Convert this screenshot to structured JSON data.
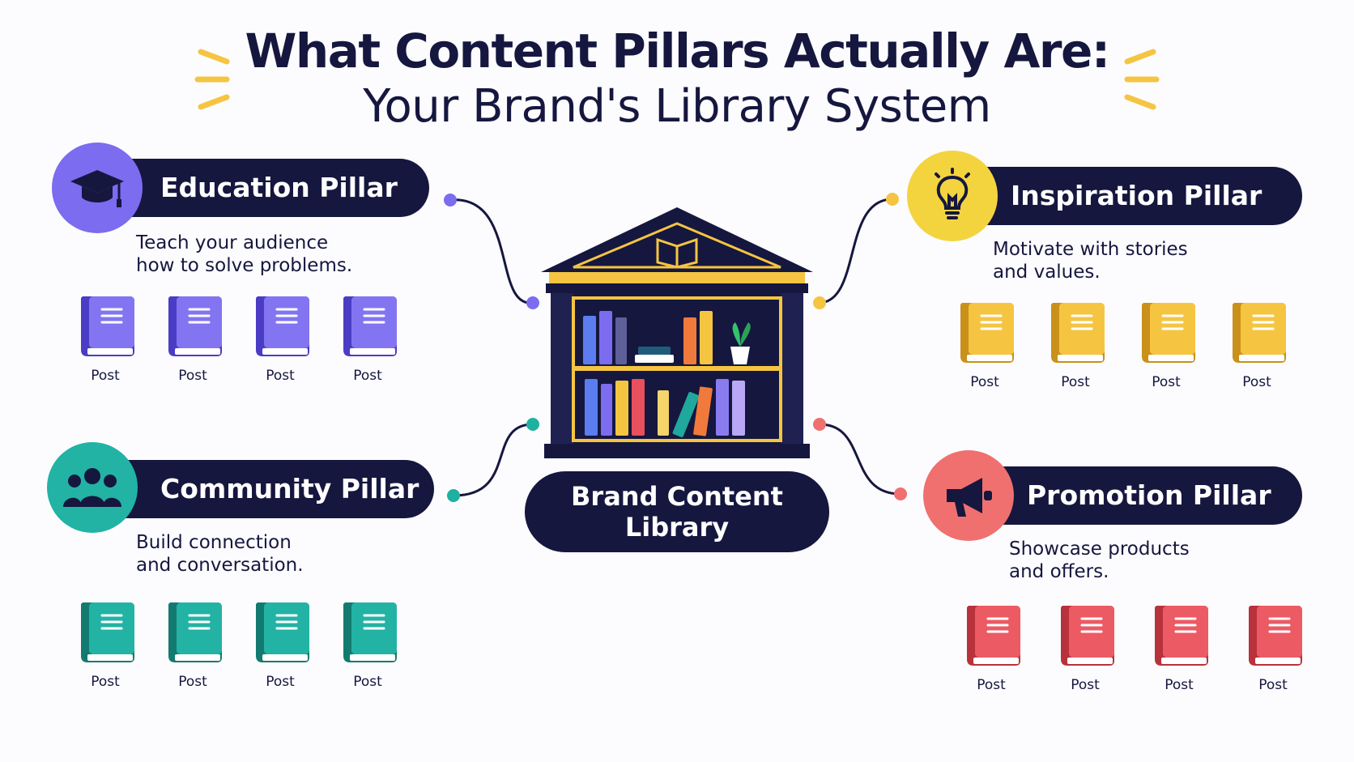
{
  "title": {
    "line1": "What Content Pillars Actually Are:",
    "line2": "Your Brand's Library System"
  },
  "center": {
    "label": "Brand Content\nLibrary",
    "icon": "open-book-icon"
  },
  "pillars": [
    {
      "key": "education",
      "title": "Education Pillar",
      "description": "Teach your audience\nhow to solve problems.",
      "icon": "graduation-cap-icon",
      "color": "#7b6cf0",
      "posts": [
        "Post",
        "Post",
        "Post",
        "Post"
      ]
    },
    {
      "key": "community",
      "title": "Community Pillar",
      "description": "Build connection\nand conversation.",
      "icon": "people-icon",
      "color": "#22b3a5",
      "posts": [
        "Post",
        "Post",
        "Post",
        "Post"
      ]
    },
    {
      "key": "inspiration",
      "title": "Inspiration Pillar",
      "description": "Motivate with stories\nand values.",
      "icon": "lightbulb-icon",
      "color": "#f3d43f",
      "posts": [
        "Post",
        "Post",
        "Post",
        "Post"
      ]
    },
    {
      "key": "promotion",
      "title": "Promotion Pillar",
      "description": "Showcase products\nand offers.",
      "icon": "megaphone-icon",
      "color": "#f07070",
      "posts": [
        "Post",
        "Post",
        "Post",
        "Post"
      ]
    }
  ],
  "colors": {
    "navy": "#15173f",
    "gold": "#f5c542",
    "education": "#6c5ce7",
    "community": "#1fa89b",
    "inspiration": "#f0b429",
    "promotion": "#e8505b"
  }
}
